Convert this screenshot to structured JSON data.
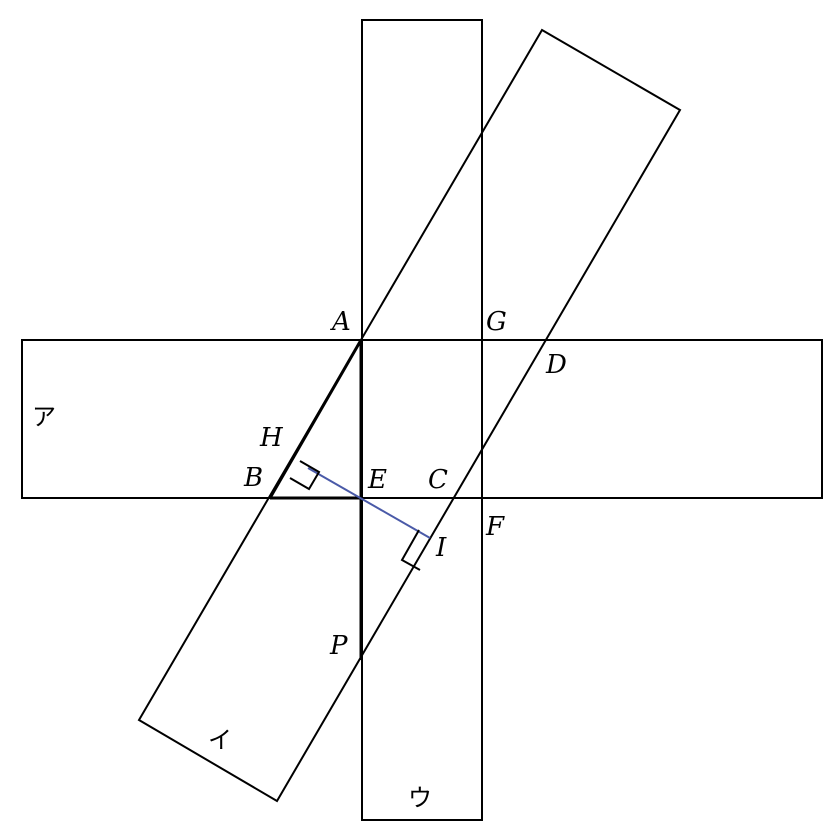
{
  "figure": {
    "description": "Three overlapping rectangles ア (horizontal), イ (tilted), ウ (vertical) with labeled points",
    "rect_labels": {
      "a": "ア",
      "i": "イ",
      "u": "ウ"
    },
    "points": {
      "A": "A",
      "B": "B",
      "C": "C",
      "D": "D",
      "E": "E",
      "F": "F",
      "G": "G",
      "H": "H",
      "I": "I",
      "P": "P"
    },
    "colors": {
      "stroke": "#000000",
      "perpendicular_line": "#4a5aa8"
    }
  }
}
